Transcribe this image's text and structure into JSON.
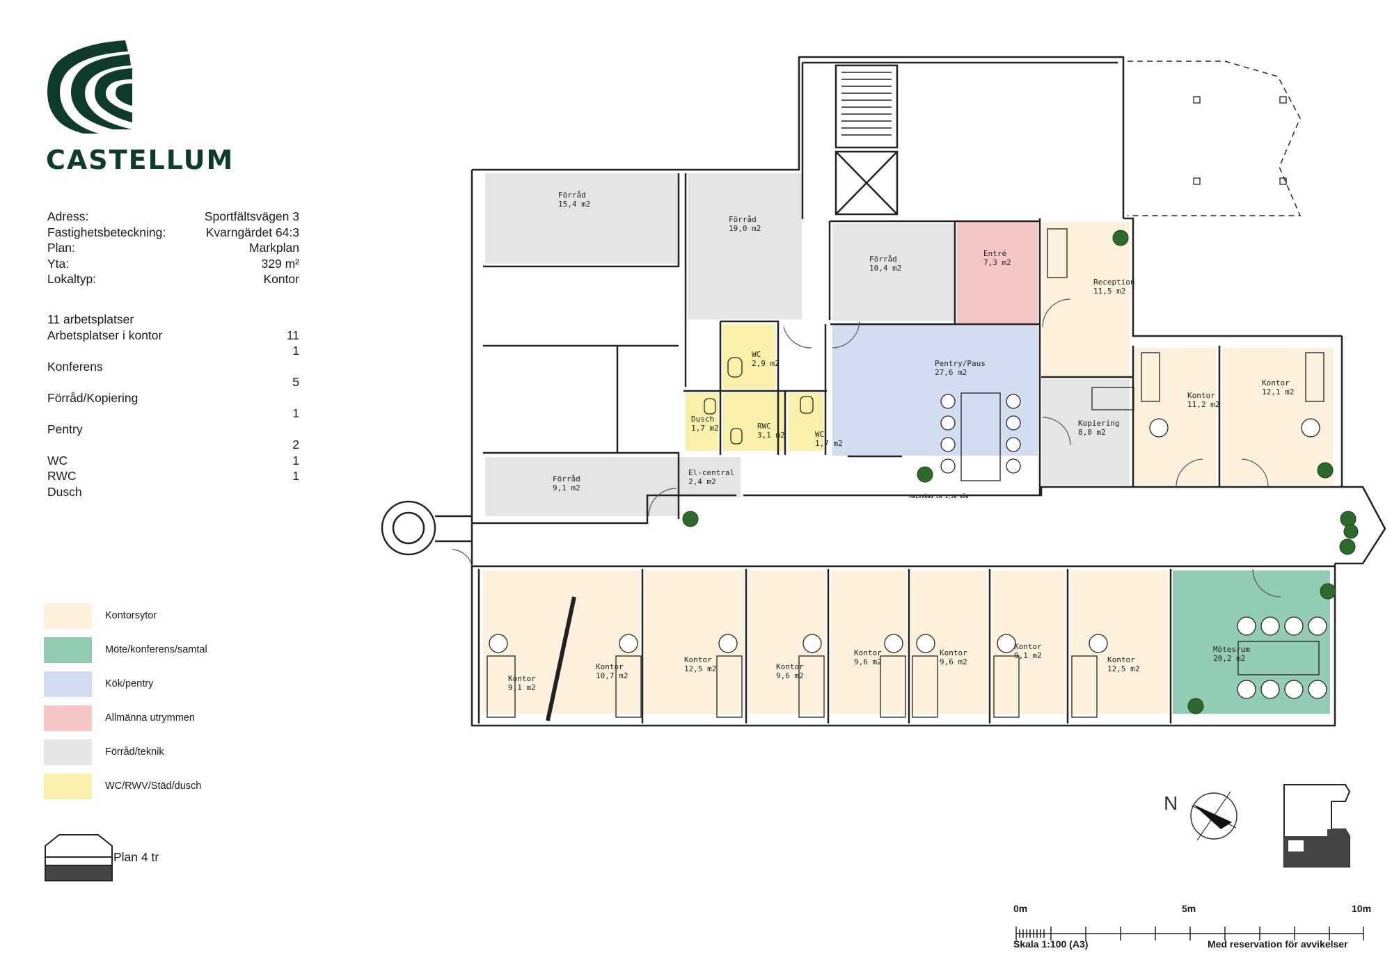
{
  "brand": {
    "name": "CASTELLUM",
    "color": "#0f3b2c"
  },
  "facts": [
    {
      "label": "Adress:",
      "value": "Sportfältsvägen 3"
    },
    {
      "label": "Fastighetsbeteckning:",
      "value": "Kvarngärdet 64:3"
    },
    {
      "label": "Plan:",
      "value": "Markplan"
    },
    {
      "label": "Yta:",
      "value": "329 m²"
    },
    {
      "label": "Lokaltyp:",
      "value": "Kontor"
    }
  ],
  "counts": {
    "rows": [
      {
        "label": "11 arbetsplatser",
        "value": ""
      },
      {
        "label": "Arbetsplatser i kontor",
        "value": "11"
      },
      {
        "label": "",
        "value": "1"
      },
      {
        "label": "Konferens",
        "value": ""
      },
      {
        "label": "",
        "value": "5"
      },
      {
        "label": "Förråd/Kopiering",
        "value": ""
      },
      {
        "label": "",
        "value": "1"
      },
      {
        "label": "Pentry",
        "value": ""
      },
      {
        "label": "",
        "value": "2"
      },
      {
        "label": "WC",
        "value": "1"
      },
      {
        "label": "RWC",
        "value": "1"
      },
      {
        "label": "Dusch",
        "value": ""
      }
    ]
  },
  "legend": [
    {
      "label": "Kontorsytor",
      "color": "#fdf1dd"
    },
    {
      "label": "Möte/konferens/samtal",
      "color": "#92cdb3"
    },
    {
      "label": "Kök/pentry",
      "color": "#d3ddf1"
    },
    {
      "label": "Allmänna utrymmen",
      "color": "#f6c6c6"
    },
    {
      "label": "Förråd/teknik",
      "color": "#e5e5e5"
    },
    {
      "label": "WC/RWV/Städ/dusch",
      "color": "#f9f1aa"
    }
  ],
  "plan_badge": {
    "label": "Plan 4 tr"
  },
  "rooms": [
    {
      "name": "Förråd",
      "area": "15,4 m2"
    },
    {
      "name": "Förråd",
      "area": "19,0 m2"
    },
    {
      "name": "Förråd",
      "area": "10,4 m2"
    },
    {
      "name": "Entré",
      "area": "7,3 m2"
    },
    {
      "name": "Reception",
      "area": "11,5 m2"
    },
    {
      "name": "WC",
      "area": "2,9 m2"
    },
    {
      "name": "Pentry/Paus",
      "area": "27,6 m2"
    },
    {
      "name": "Dusch",
      "area": "1,7 m2"
    },
    {
      "name": "RWC",
      "area": "3,1 m2"
    },
    {
      "name": "WC",
      "area": "1,7 m2"
    },
    {
      "name": "Kopiering",
      "area": "8,0 m2"
    },
    {
      "name": "Kontor",
      "area": "11,2 m2"
    },
    {
      "name": "Kontor",
      "area": "12,1 m2"
    },
    {
      "name": "Förråd",
      "area": "9,1 m2"
    },
    {
      "name": "El-central",
      "area": "2,4 m2"
    },
    {
      "name": "Kontor",
      "area": "9,1 m2"
    },
    {
      "name": "Kontor",
      "area": "10,7 m2"
    },
    {
      "name": "Kontor",
      "area": "12,5 m2"
    },
    {
      "name": "Kontor",
      "area": "9,6 m2"
    },
    {
      "name": "Kontor",
      "area": "9,6 m2"
    },
    {
      "name": "Kontor",
      "area": "9,6 m2"
    },
    {
      "name": "Kontor",
      "area": "9,1 m2"
    },
    {
      "name": "Kontor",
      "area": "12,5 m2"
    },
    {
      "name": "Mötesrum",
      "area": "20,2 m2"
    }
  ],
  "note_wall": "HALVVÄGG CA 1,50 HÖG",
  "north_label": "N",
  "scale": {
    "tick_0": "0m",
    "tick_5": "5m",
    "tick_10": "10m",
    "ratio": "Skala 1:100 (A3)",
    "disclaimer": "Med reservation för avvikelser"
  }
}
